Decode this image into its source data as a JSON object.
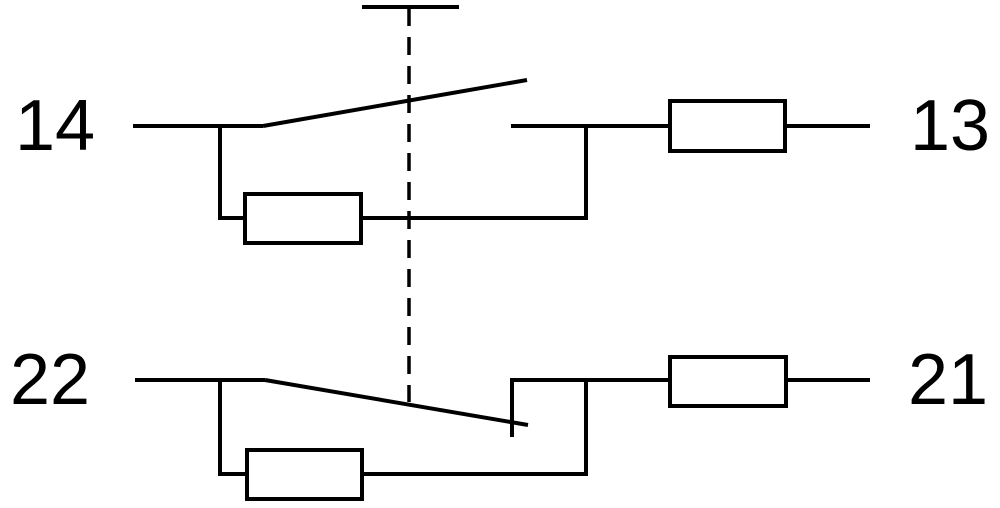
{
  "diagram": {
    "type": "switch-contact-schematic",
    "terminals": {
      "top_left": "14",
      "top_right": "13",
      "bottom_left": "22",
      "bottom_right": "21"
    },
    "contacts": [
      {
        "name": "contact-14-13",
        "state": "normally-open"
      },
      {
        "name": "contact-22-21",
        "state": "normally-closed"
      }
    ],
    "colors": {
      "line": "#000000",
      "background": "#ffffff"
    }
  }
}
